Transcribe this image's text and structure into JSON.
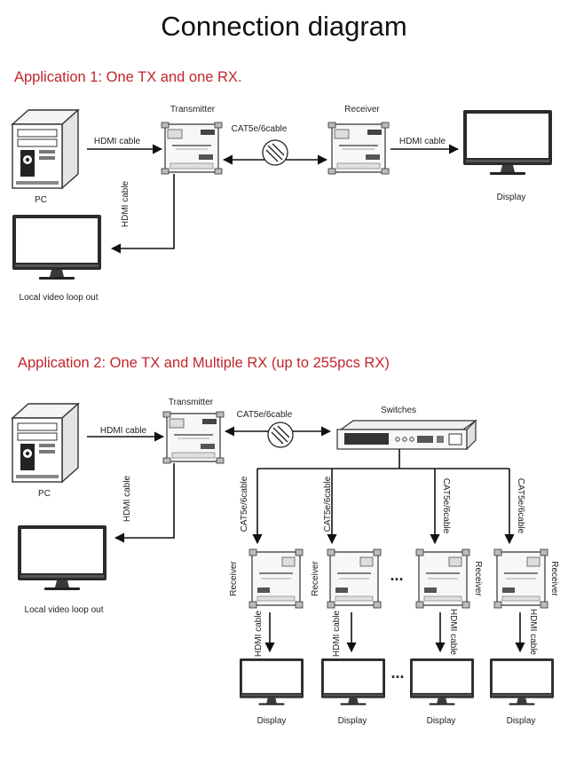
{
  "title": "Connection diagram",
  "app1": {
    "heading": "Application 1: One TX and one RX.",
    "transmitter_label": "Transmitter",
    "receiver_label": "Receiver",
    "hdmi_in_label": "HDMI cable",
    "hdmi_out_label": "HDMI cable",
    "hdmi_loop_label": "HDMI cable",
    "cat_label": "CAT5e/6cable",
    "pc_label": "PC",
    "display_label": "Display",
    "loop_label": "Local video loop out"
  },
  "app2": {
    "heading": "Application 2: One TX and Multiple RX (up to 255pcs RX)",
    "transmitter_label": "Transmitter",
    "switch_label": "Switches",
    "hdmi_in_label": "HDMI cable",
    "hdmi_loop_label": "HDMI cable",
    "cat_label": "CAT5e/6cable",
    "pc_label": "PC",
    "loop_label": "Local video loop out",
    "ellipsis": "...",
    "branches": [
      {
        "cat_label": "CAT5e/6cable",
        "receiver_label": "Receiver",
        "hdmi_label": "HDMI cable",
        "display_label": "Display"
      },
      {
        "cat_label": "CAT5e/6cable",
        "receiver_label": "Receiver",
        "hdmi_label": "HDMI cable",
        "display_label": "Display"
      },
      {
        "cat_label": "CAT5e/6cable",
        "receiver_label": "Receiver",
        "hdmi_label": "HDMI cable",
        "display_label": "Display"
      },
      {
        "cat_label": "CAT5e/6cable",
        "receiver_label": "Receiver",
        "hdmi_label": "HDMI cable",
        "display_label": "Display"
      }
    ]
  }
}
